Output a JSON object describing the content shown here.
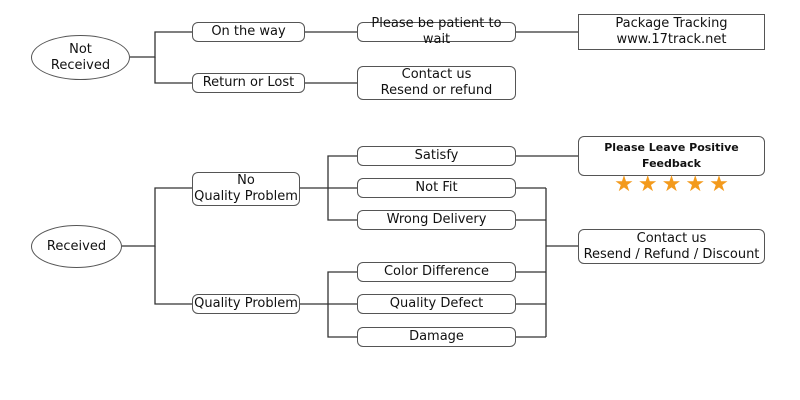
{
  "not_received": {
    "root": [
      "Not",
      "Received"
    ],
    "on_the_way": "On the way",
    "patient": "Please be patient to wait",
    "tracking": [
      "Package Tracking",
      "www.17track.net"
    ],
    "return_or_lost": "Return or Lost",
    "contact": [
      "Contact us",
      "Resend or refund"
    ]
  },
  "received": {
    "root": "Received",
    "no_quality_problem": [
      "No",
      "Quality Problem"
    ],
    "quality_problem": "Quality Problem",
    "satisfy": "Satisfy",
    "not_fit": "Not Fit",
    "wrong_delivery": "Wrong Delivery",
    "color_difference": "Color Difference",
    "quality_defect": "Quality Defect",
    "damage": "Damage",
    "feedback": "Please Leave Positive Feedback",
    "star_count": 5,
    "star_color": "#f39a1c",
    "contact": [
      "Contact us",
      "Resend / Refund / Discount"
    ]
  }
}
